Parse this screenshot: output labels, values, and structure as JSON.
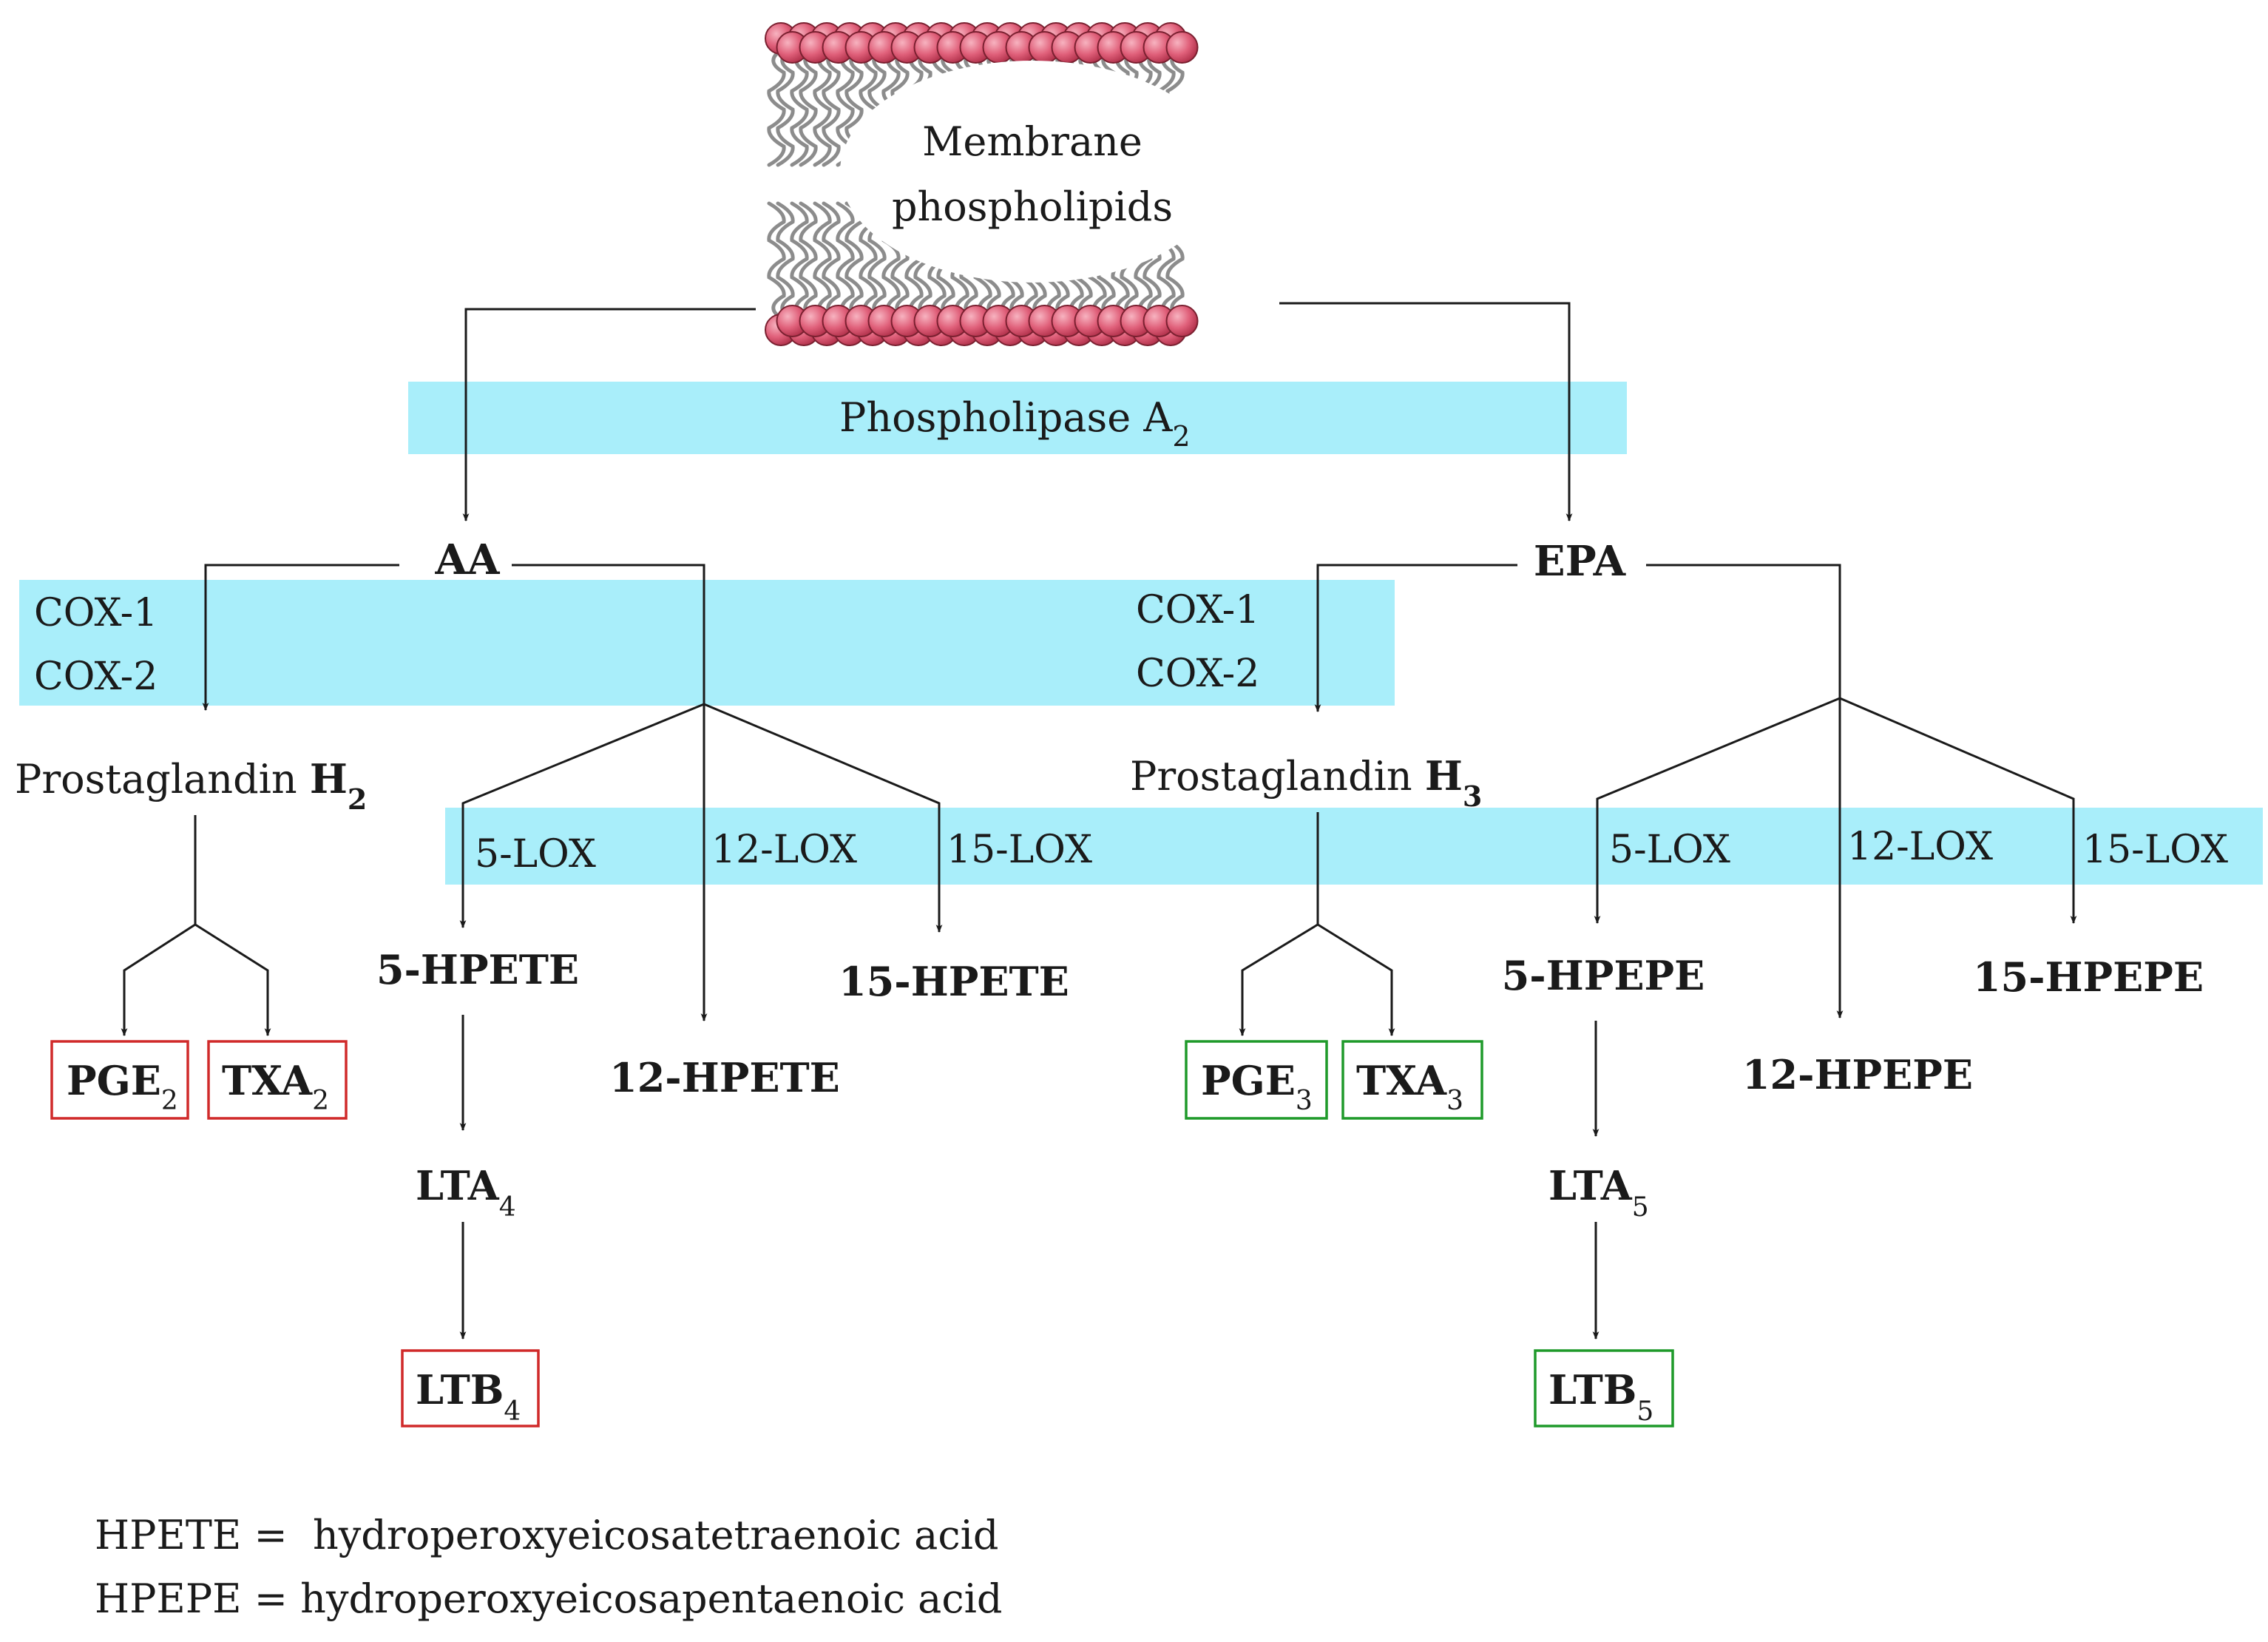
{
  "colors": {
    "enzyme_band": "#a9eefa",
    "aa_product_box": "#d02a2a",
    "epa_product_box": "#1f9a2a",
    "lipid_head": "#e0607a",
    "lipid_tail": "#8c8c8c"
  },
  "membrane": {
    "line1": "Membrane",
    "line2": "phospholipids"
  },
  "phospholipase": {
    "label": "Phospholipase A",
    "sub": "2"
  },
  "aa": {
    "label": "AA",
    "cox1": "COX-1",
    "cox2": "COX-2",
    "pg": {
      "label": "Prostaglandin ",
      "bold": "H",
      "sub": "2"
    },
    "pge": {
      "label": "PGE",
      "sub": "2"
    },
    "txa": {
      "label": "TXA",
      "sub": "2"
    },
    "lox5": "5-LOX",
    "lox12": "12-LOX",
    "lox15": "15-LOX",
    "hp5": "5-HPETE",
    "hp12": "12-HPETE",
    "hp15": "15-HPETE",
    "lta": {
      "label": "LTA",
      "sub": "4"
    },
    "ltb": {
      "label": "LTB",
      "sub": "4"
    }
  },
  "epa": {
    "label": "EPA",
    "cox1": "COX-1",
    "cox2": "COX-2",
    "pg": {
      "label": "Prostaglandin ",
      "bold": "H",
      "sub": "3"
    },
    "pge": {
      "label": "PGE",
      "sub": "3"
    },
    "txa": {
      "label": "TXA",
      "sub": "3"
    },
    "lox5": "5-LOX",
    "lox12": "12-LOX",
    "lox15": "15-LOX",
    "hp5": "5-HPEPE",
    "hp12": "12-HPEPE",
    "hp15": "15-HPEPE",
    "lta": {
      "label": "LTA",
      "sub": "5"
    },
    "ltb": {
      "label": "LTB",
      "sub": "5"
    }
  },
  "legend": {
    "line1": "HPETE =  hydroperoxyeicosatetraenoic acid",
    "line2": "HPEPE = hydroperoxyeicosapentaenoic acid"
  }
}
